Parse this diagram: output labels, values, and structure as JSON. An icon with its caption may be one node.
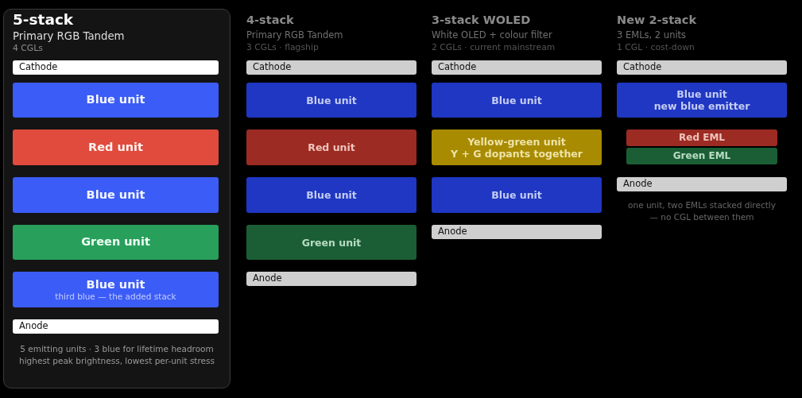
{
  "diagram": {
    "nodes": [
      {
        "text": [
          "5-stack",
          "Primary RGB Tandem",
          "4 CGLs",
          "5 emitting units · 3 blue for lifetime headroom",
          "highest peak brightness, lowest per-unit stress"
        ]
      },
      {
        "text": [
          "Cathode"
        ],
        "in": 0
      },
      {
        "text": [
          "Blue unit"
        ],
        "in": 0
      },
      {
        "text": [
          "Red unit"
        ],
        "in": 0
      },
      {
        "text": [
          "Blue unit"
        ],
        "in": 0
      },
      {
        "text": [
          "Green unit"
        ],
        "in": 0
      },
      {
        "text": [
          "Blue unit",
          "third blue — the added stack"
        ],
        "in": 0
      },
      {
        "text": [
          "Anode"
        ],
        "in": 0
      },
      {
        "text": [
          "Cathode"
        ]
      },
      {
        "text": [
          "Blue unit"
        ]
      },
      {
        "text": [
          "Red unit"
        ]
      },
      {
        "text": [
          "Blue unit"
        ]
      },
      {
        "text": [
          "Green unit"
        ]
      },
      {
        "text": [
          "Anode"
        ]
      },
      {
        "text": [
          "Cathode"
        ]
      },
      {
        "text": [
          "Blue unit"
        ]
      },
      {
        "text": [
          "Yellow-green unit",
          "Y + G dopants together"
        ]
      },
      {
        "text": [
          "Blue unit"
        ]
      },
      {
        "text": [
          "Anode"
        ]
      },
      {
        "text": [
          "Cathode"
        ]
      },
      {
        "text": [
          "Blue unit",
          "new blue emitter"
        ]
      },
      {
        "text": [
          "Red EML"
        ]
      },
      {
        "text": [
          "Green EML"
        ]
      },
      {
        "text": [
          "Anode"
        ]
      }
    ],
    "labels": [
      "4-stack",
      "Primary RGB Tandem",
      "3 CGLs · flagship",
      "3-stack WOLED",
      "White OLED + colour filter",
      "2 CGLs · current mainstream",
      "New 2-stack",
      "3 EMLs, 2 units",
      "1 CGL · cost-down",
      "one unit, two EMLs stacked directly — no CGL between them"
    ]
  }
}
